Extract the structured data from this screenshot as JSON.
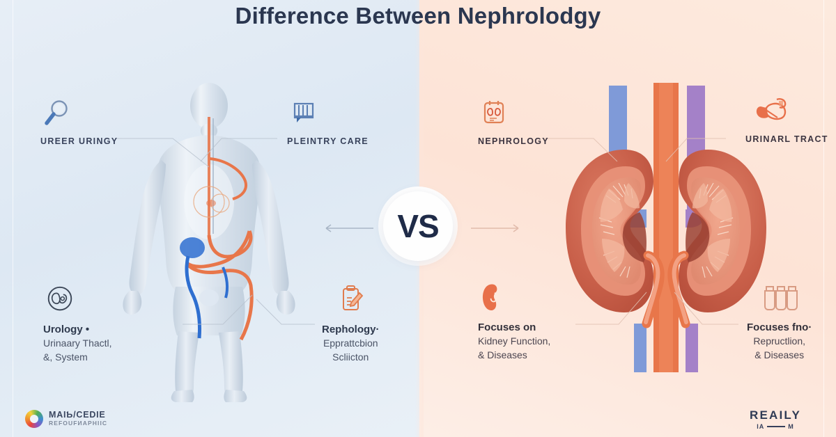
{
  "title": "Difference Between Nephrolodgy",
  "center": {
    "vs_label": "VS",
    "arrow_left": "left-arrow",
    "arrow_right": "right-arrow"
  },
  "colors": {
    "panel_left_bg": "#dde8f3",
    "panel_right_bg": "#fde3d6",
    "title_text": "#2b3750",
    "accent_blue": "#5b8fd4",
    "accent_orange": "#e8764a",
    "kidney_red": "#c85a45",
    "vs_text": "#1f2b48"
  },
  "left_panel": {
    "name": "urology-side",
    "illustration": "human-body-urinary-system",
    "labels": {
      "top_left": {
        "icon": "magnifier-icon",
        "caption": "UREER URINGY"
      },
      "top_right": {
        "icon": "chart-building-icon",
        "caption": "PLEINTRY CARE"
      },
      "bottom_left": {
        "icon": "kidney-badge-icon",
        "title": "Urology •",
        "line1": "Urinaary Thactl,",
        "line2": "&, System"
      },
      "bottom_right": {
        "icon": "clipboard-pen-icon",
        "title": "Rephology·",
        "line1": "Epprattcbion",
        "line2": "Scliicton"
      }
    }
  },
  "right_panel": {
    "name": "nephrology-side",
    "illustration": "kidneys-cross-section",
    "labels": {
      "top_left": {
        "icon": "clipboard-kidney-icon",
        "caption": "NEPHROLOGY"
      },
      "top_right": {
        "icon": "bladder-icon",
        "caption": "URINARL TRACT"
      },
      "bottom_left": {
        "icon": "kidney-icon",
        "title": "Focuses on",
        "line1": "Kidney Function,",
        "line2": "& Diseases"
      },
      "bottom_right": {
        "icon": "test-vials-icon",
        "title": "Focuses fno·",
        "line1": "Repructlion,",
        "line2": "& Diseases"
      }
    }
  },
  "footer": {
    "left_logo": {
      "mark": "color-spiral-logo",
      "line1": "MAIƄ/CEDIE",
      "line2": "REFOUFИAPHIIC"
    },
    "right_logo": {
      "line1": "REAILY",
      "line2_left": "IA",
      "line2_right": "M"
    }
  }
}
